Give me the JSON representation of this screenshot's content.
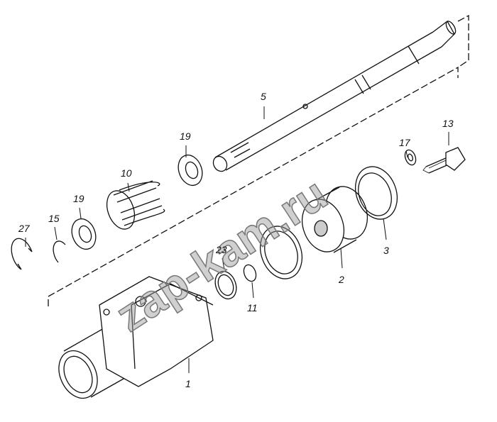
{
  "watermark": "zap-kam.ru",
  "callouts": {
    "shaft": "5",
    "bolt": "13",
    "washer_17": "17",
    "washer_19_upper": "19",
    "spring": "10",
    "washer_19_lower": "19",
    "snap_ring_15": "15",
    "retaining_ring_27": "27",
    "ring_23": "23",
    "o_ring_11": "11",
    "piston": "2",
    "seal_3": "3",
    "housing": "1"
  }
}
